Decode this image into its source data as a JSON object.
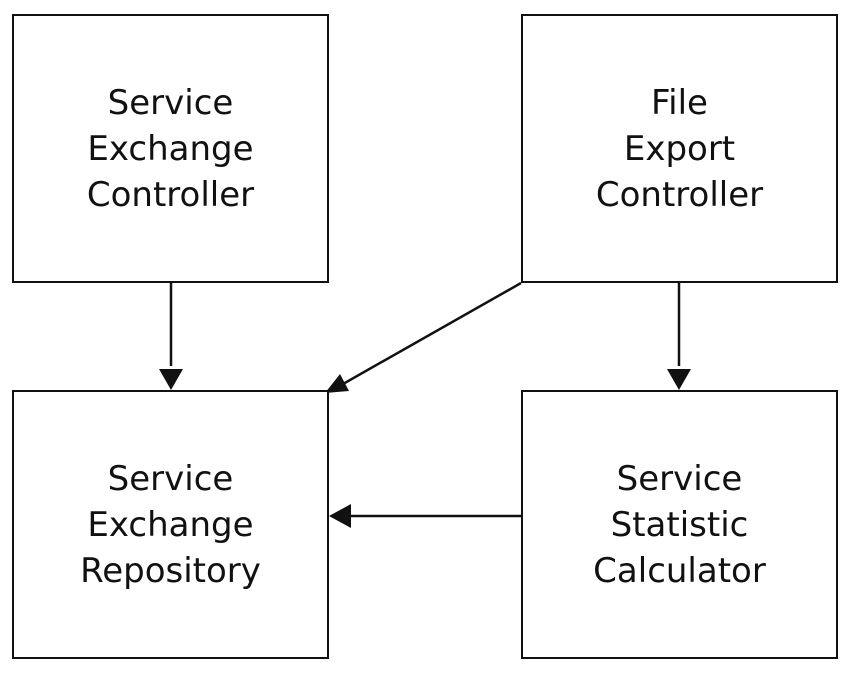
{
  "diagram": {
    "nodes": {
      "service_exchange_controller": {
        "lines": [
          "Service",
          "Exchange",
          "Controller"
        ]
      },
      "file_export_controller": {
        "lines": [
          "File",
          "Export",
          "Controller"
        ]
      },
      "service_exchange_repository": {
        "lines": [
          "Service",
          "Exchange",
          "Repository"
        ]
      },
      "service_statistic_calculator": {
        "lines": [
          "Service",
          "Statistic",
          "Calculator"
        ]
      }
    },
    "edges": [
      {
        "from": "service_exchange_controller",
        "to": "service_exchange_repository"
      },
      {
        "from": "file_export_controller",
        "to": "service_exchange_repository"
      },
      {
        "from": "file_export_controller",
        "to": "service_statistic_calculator"
      },
      {
        "from": "service_statistic_calculator",
        "to": "service_exchange_repository"
      }
    ],
    "colors": {
      "stroke": "#111111",
      "text": "#111111",
      "background": "#ffffff"
    }
  }
}
